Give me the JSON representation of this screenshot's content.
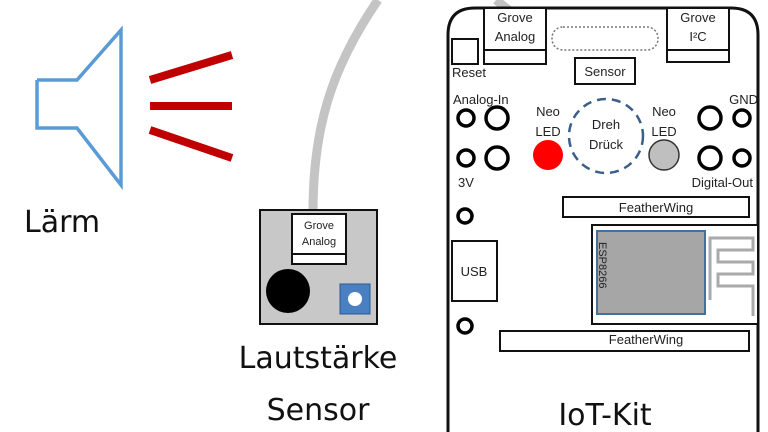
{
  "noise": {
    "label": "Lärm",
    "speaker_color": "#5b9bd5",
    "wave_color": "#c00000"
  },
  "sensor": {
    "label_line1": "Lautstärke",
    "label_line2": "Sensor",
    "connector_line1": "Grove",
    "connector_line2": "Analog",
    "body_color": "#c8c8c8",
    "knob_color": "#4a7fc1"
  },
  "cable": {
    "color": "#c4c4c4"
  },
  "board": {
    "title": "IoT-Kit",
    "grove_analog_line1": "Grove",
    "grove_analog_line2": "Analog",
    "grove_i2c_line1": "Grove",
    "grove_i2c_line2": "I²C",
    "reset": "Reset",
    "sensor": "Sensor",
    "analog_in": "Analog-In",
    "gnd": "GND",
    "v3": "3V",
    "digital_out": "Digital-Out",
    "neo_left_line1": "Neo",
    "neo_left_line2": "LED",
    "neo_right_line1": "Neo",
    "neo_right_line2": "LED",
    "neo_left_color": "#ff0000",
    "neo_right_color": "#bfbfbf",
    "encoder_line1": "Dreh",
    "encoder_line2": "Drück",
    "encoder_color": "#3a5f8a",
    "featherwing_top": "FeatherWing",
    "featherwing_bottom": "FeatherWing",
    "usb": "USB",
    "esp": "ESP8266",
    "esp_color": "#a6a6a6",
    "esp_border": "#41719c"
  }
}
